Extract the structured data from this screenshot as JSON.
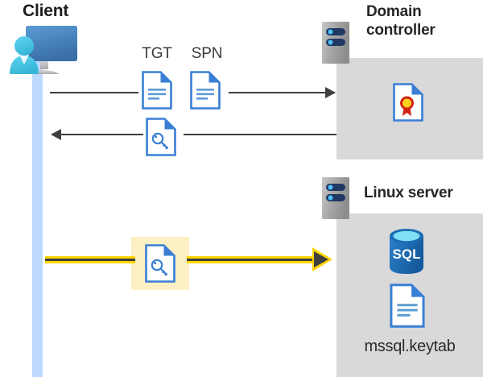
{
  "diagram": {
    "title": "Kerberos authentication flow between client, domain controller and Linux server",
    "background_color": "#ffffff"
  },
  "colors": {
    "panel_gray": "#d9d9d9",
    "lifeline_blue": "#bdd9fd",
    "arrow_dark": "#3f3f3f",
    "highlight_yellow": "#ffd400",
    "highlight_box": "#fdf0c4",
    "doc_blue": "#3a7fd5",
    "sql_blue": "#1d6cb5",
    "cert_red": "#d32215",
    "cert_gold": "#ffd21e",
    "rack_navy": "#1f3864",
    "rack_dot": "#4fc3f7"
  },
  "actors": {
    "client": {
      "label": "Client",
      "icon": "user-monitor-icon",
      "lifeline": "client-lifeline"
    },
    "domain_controller": {
      "label": "Domain controller",
      "label_line_1": "Domain",
      "label_line_2": "controller",
      "icon": "server-rack-icon",
      "contents": [
        {
          "name": "certificate-document-icon",
          "label": ""
        }
      ]
    },
    "linux_server": {
      "label": "Linux server",
      "icon": "server-rack-icon",
      "contents": [
        {
          "name": "sql-database-icon",
          "label": "SQL"
        },
        {
          "name": "keytab-document-icon",
          "label": "mssql.keytab"
        }
      ]
    }
  },
  "messages": [
    {
      "id": "request-tgt-spn",
      "direction": "right",
      "from": "client",
      "to": "domain_controller",
      "highlighted": false,
      "artifacts": [
        {
          "label": "TGT",
          "icon": "document-icon"
        },
        {
          "label": "SPN",
          "icon": "document-icon"
        }
      ]
    },
    {
      "id": "return-service-ticket",
      "direction": "left",
      "from": "domain_controller",
      "to": "client",
      "highlighted": false,
      "artifacts": [
        {
          "label": "",
          "icon": "key-document-icon"
        }
      ]
    },
    {
      "id": "present-ticket-to-linux",
      "direction": "right",
      "from": "client",
      "to": "linux_server",
      "highlighted": true,
      "artifacts": [
        {
          "label": "",
          "icon": "key-document-icon"
        }
      ]
    }
  ],
  "labels": {
    "tgt": "TGT",
    "spn": "SPN",
    "sql": "SQL",
    "keytab_file": "mssql.keytab"
  }
}
